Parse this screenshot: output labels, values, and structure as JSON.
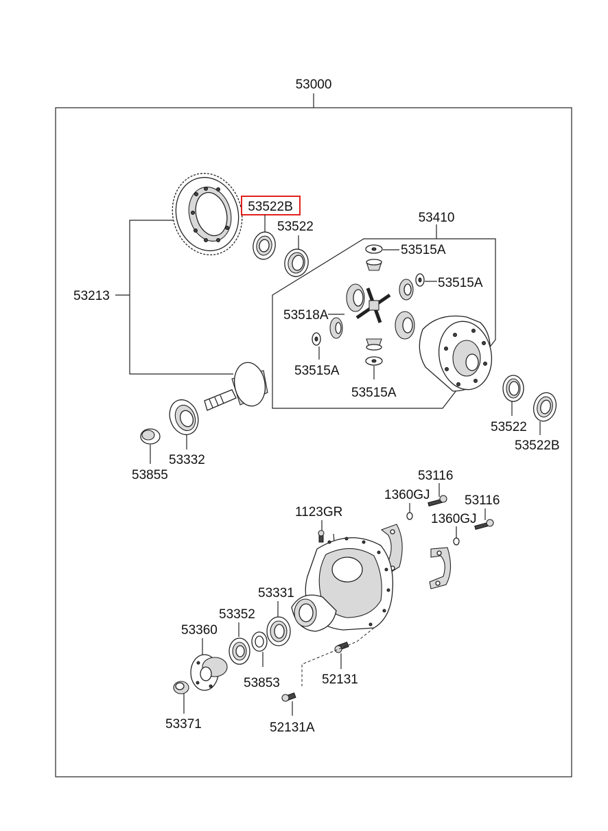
{
  "diagram": {
    "assembly_label": "53000",
    "highlighted_part": "53522B",
    "labels": {
      "l53213": "53213",
      "l53522B_top": "53522B",
      "l53522_top": "53522",
      "l53410": "53410",
      "l53515A_1": "53515A",
      "l53515A_2": "53515A",
      "l53518A": "53518A",
      "l53515A_3": "53515A",
      "l53515A_4": "53515A",
      "l53522_right": "53522",
      "l53522B_right": "53522B",
      "l53332": "53332",
      "l53855": "53855",
      "l53116_a": "53116",
      "l1360GJ_a": "1360GJ",
      "l53116_b": "53116",
      "l1360GJ_b": "1360GJ",
      "l1123GR": "1123GR",
      "l53331": "53331",
      "l53352": "53352",
      "l53360": "53360",
      "l53853": "53853",
      "l52131": "52131",
      "l53371": "53371",
      "l52131A": "52131A"
    }
  }
}
